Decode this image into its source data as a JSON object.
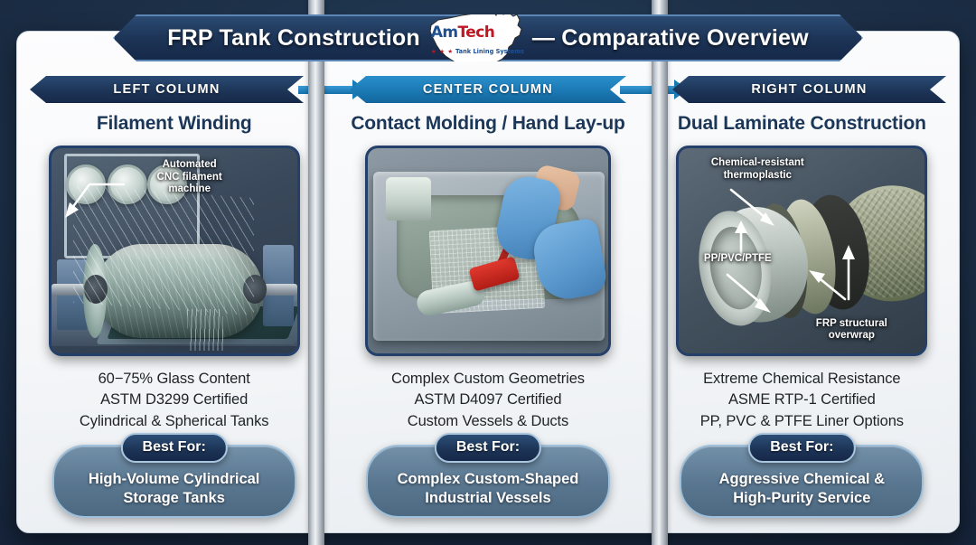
{
  "header": {
    "title_left": "FRP Tank Construction",
    "title_right": "— Comparative Overview",
    "logo": {
      "name": "AmTech",
      "name_part1": "Am",
      "name_part2": "Tech",
      "tagline": "Tank Lining Systems",
      "stars": "★ ★ ★",
      "icon": "us-map-logo"
    }
  },
  "colors": {
    "navy": "#1d3557",
    "accent_blue": "#1b79b4",
    "card_bg": "#f4f6f8",
    "page_bg": "#1d3149",
    "slate": "#5a7791",
    "text_dark": "#1f2328"
  },
  "columns": [
    {
      "band_label": "LEFT COLUMN",
      "title": "Filament Winding",
      "image": {
        "name": "filament-winding-photo",
        "callouts": [
          {
            "text_line1": "Automated",
            "text_line2": "CNC filament",
            "text_line3": "machine"
          }
        ]
      },
      "specs": [
        "60−75% Glass Content",
        "ASTM D3299 Certified",
        "Cylindrical & Spherical Tanks"
      ],
      "best_for_label": "Best For:",
      "best_for": [
        "High-Volume Cylindrical",
        "Storage Tanks"
      ]
    },
    {
      "band_label": "CENTER COLUMN",
      "title": "Contact Molding / Hand Lay-up",
      "image": {
        "name": "hand-layup-photo",
        "callouts": []
      },
      "specs": [
        "Complex Custom Geometries",
        "ASTM D4097 Certified",
        "Custom Vessels & Ducts"
      ],
      "best_for_label": "Best For:",
      "best_for": [
        "Complex Custom-Shaped",
        "Industrial Vessels"
      ]
    },
    {
      "band_label": "RIGHT COLUMN",
      "title": "Dual Laminate Construction",
      "image": {
        "name": "dual-laminate-photo",
        "callouts": [
          {
            "text_line1": "Chemical-resistant",
            "text_line2": "thermoplastic",
            "text_line3": ""
          },
          {
            "text_line1": "PP/PVC/PTFE",
            "text_line2": "",
            "text_line3": ""
          },
          {
            "text_line1": "FRP structural",
            "text_line2": "overwrap",
            "text_line3": ""
          }
        ]
      },
      "specs": [
        "Extreme Chemical Resistance",
        "ASME RTP-1 Certified",
        "PP, PVC & PTFE Liner Options"
      ],
      "best_for_label": "Best For:",
      "best_for": [
        "Aggressive Chemical &",
        "High-Purity Service"
      ]
    }
  ]
}
